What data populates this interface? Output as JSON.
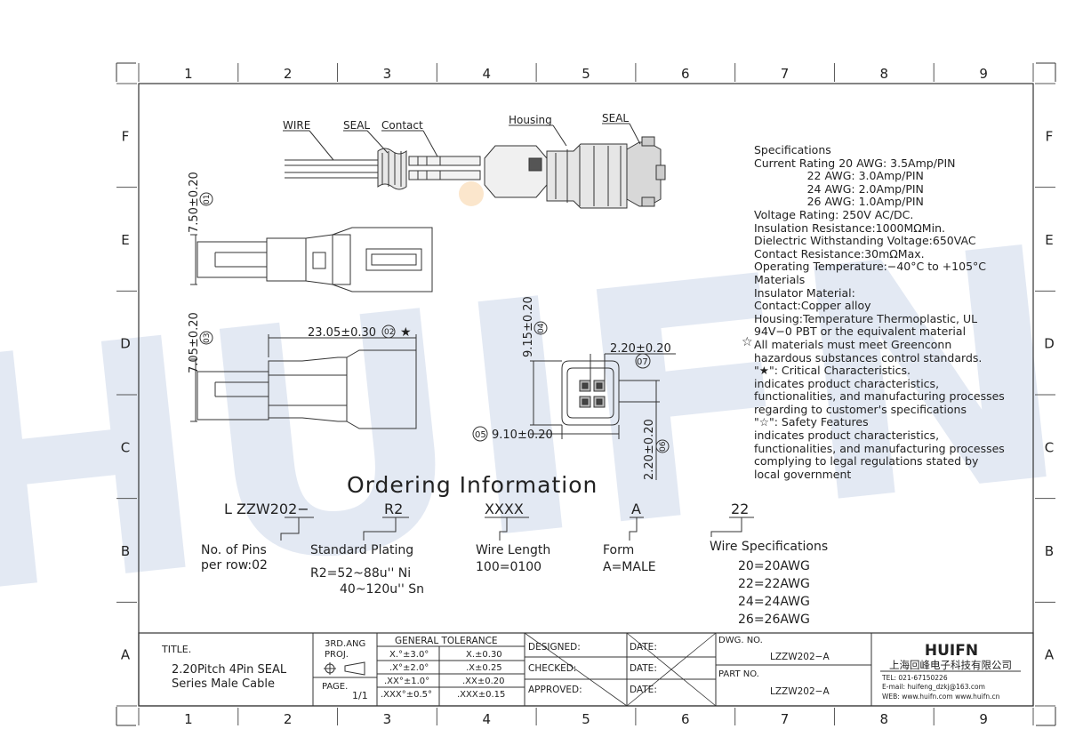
{
  "frame": {
    "columns": [
      "1",
      "2",
      "3",
      "4",
      "5",
      "6",
      "7",
      "8",
      "9"
    ],
    "rows": [
      "F",
      "E",
      "D",
      "C",
      "B",
      "A"
    ]
  },
  "watermark": "HUIFN",
  "callouts": {
    "wire": "WIRE",
    "seal_left": "SEAL",
    "contact": "Contact",
    "housing": "Housing",
    "seal_right": "SEAL"
  },
  "dimensions": {
    "d1": "7.50±0.20",
    "d1_tag": "01",
    "d2": "23.05±0.30",
    "d2_tag": "02",
    "d3": "7.05±0.20",
    "d3_tag": "03",
    "d4": "9.15±0.20",
    "d4_tag": "04",
    "d5": "9.10±0.20",
    "d5_tag": "05",
    "d6": "2.20±0.20",
    "d6_tag": "06",
    "d7": "2.20±0.20",
    "d7_tag": "07"
  },
  "specifications": [
    "Specifications",
    "Current Rating 20 AWG: 3.5Amp/PIN",
    "               22 AWG: 3.0Amp/PIN",
    "               24 AWG: 2.0Amp/PIN",
    "               26 AWG: 1.0Amp/PIN",
    "Voltage Rating: 250V AC/DC.",
    "Insulation Resistance:1000MΩMin.",
    "Dielectric Withstanding Voltage:650VAC",
    "Contact Resistance:30mΩMax.",
    "Operating Temperature:−40°C to +105°C",
    "Materials",
    "Insulator Material:",
    "Contact:Copper alloy",
    "Housing:Temperature Thermoplastic, UL",
    "94V−0 PBT or the equivalent material",
    "All materials must meet Greenconn",
    "hazardous substances control standards.",
    "\"★\": Critical Characteristics.",
    "indicates product characteristics,",
    "functionalities, and manufacturing processes",
    "regarding to customer's specifications",
    "\"☆\": Safety Features",
    "indicates product characteristics,",
    "functionalities, and manufacturing processes",
    "complying to legal regulations stated by",
    "local government"
  ],
  "ordering": {
    "title": "Ordering Information",
    "prefix": "L ZZW202−",
    "codes": [
      "R2",
      "XXXX",
      "A",
      "22"
    ],
    "pins_label": "No. of Pins",
    "pins_value": "per row:02",
    "plating_label": "Standard Plating",
    "plating_1": "R2=52~88u'' Ni",
    "plating_2": "40~120u'' Sn",
    "length_label": "Wire Length",
    "length_value": "100=0100",
    "form_label": "Form",
    "form_value": "A=MALE",
    "wire_label": "Wire Specifications",
    "wire_values": [
      "20=20AWG",
      "22=22AWG",
      "24=24AWG",
      "26=26AWG"
    ]
  },
  "title_block": {
    "title_label": "TITLE.",
    "title_1": "2.20Pitch 4Pin SEAL",
    "title_2": "Series Male Cable",
    "proj_1": "3RD.ANG",
    "proj_2": "PROJ.",
    "page_label": "PAGE.",
    "page_value": "1/1",
    "tolerance_header": "GENERAL TOLERANCE",
    "tolerances": [
      [
        "X.°±3.0°",
        "X.±0.30"
      ],
      [
        ".X°±2.0°",
        ".X±0.25"
      ],
      [
        ".XX°±1.0°",
        ".XX±0.20"
      ],
      [
        ".XXX°±0.5°",
        ".XXX±0.15"
      ]
    ],
    "designed": "DESIGNED:",
    "checked": "CHECKED:",
    "approved": "APPROVED:",
    "date": "DATE:",
    "dwg_label": "DWG. NO.",
    "dwg_value": "LZZW202−A",
    "part_label": "PART NO.",
    "part_value": "LZZW202−A",
    "company_logo": "HUIFN",
    "company_name": "上海回峰电子科技有限公司",
    "tel": "TEL: 021-67150226",
    "email": "E-mail: huifeng_dzkj@163.com",
    "web": "WEB: www.huifn.com  www.huifn.cn"
  }
}
